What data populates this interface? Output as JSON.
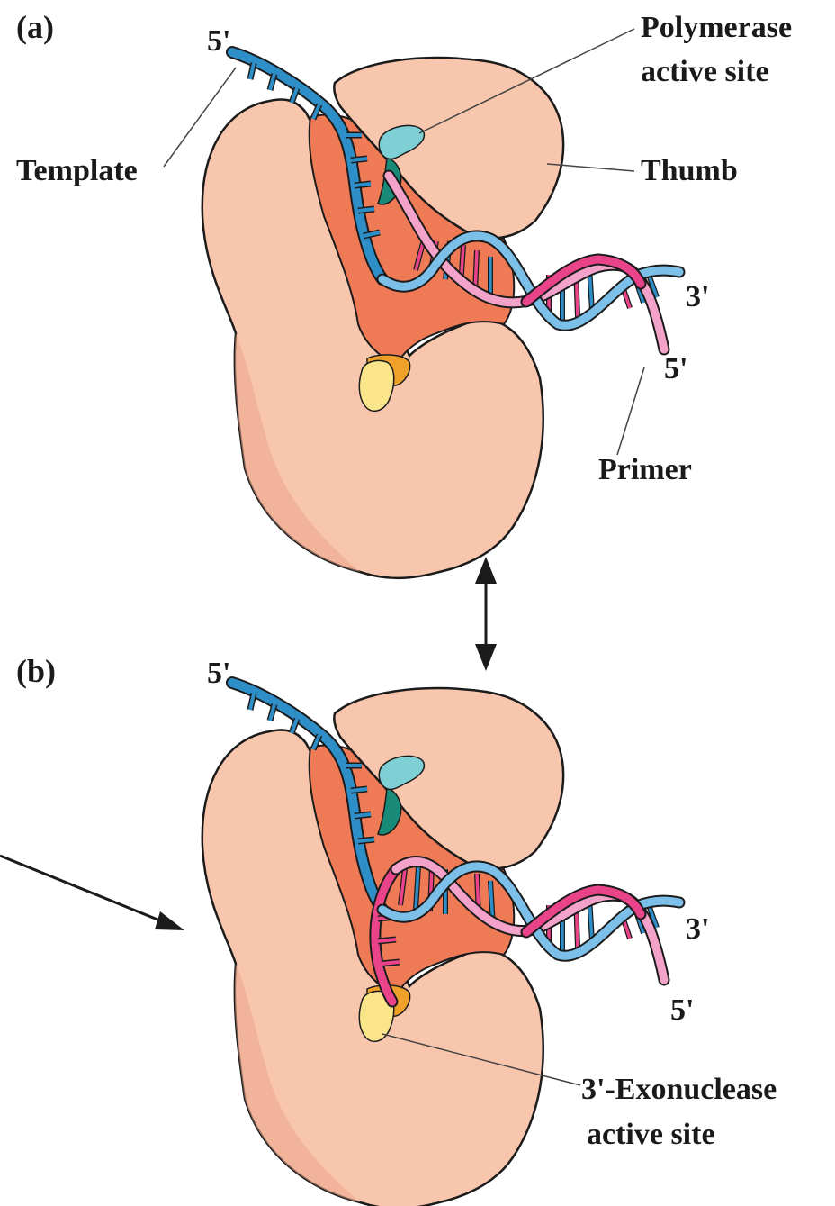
{
  "panels": [
    {
      "id": "a",
      "panel_label": "(a)",
      "template_end": "5'",
      "duplex_template_end": "3'",
      "duplex_primer_end": "5'",
      "labels": {
        "polymerase_site_line1": "Polymerase",
        "polymerase_site_line2": "active site",
        "thumb": "Thumb",
        "template": "Template",
        "primer": "Primer"
      }
    },
    {
      "id": "b",
      "panel_label": "(b)",
      "template_end": "5'",
      "duplex_template_end": "3'",
      "duplex_primer_end": "5'",
      "labels": {
        "exonuclease_site_line1": "3'-Exonuclease",
        "exonuclease_site_line2": "active site"
      }
    }
  ],
  "colors": {
    "protein_body": "#f8c6ad",
    "protein_body_shadow": "#eba68a",
    "protein_cleft": "#ee7a56",
    "polymerase_site": "#7fd0d4",
    "polymerase_site_dark": "#1a8a78",
    "exonuclease_site": "#fbe58a",
    "exonuclease_site_dark": "#f0a12a",
    "template_strand": "#2e8ec8",
    "template_strand_light": "#7cc0ea",
    "primer_strand": "#e9438a",
    "primer_strand_light": "#f3a3c9",
    "outline": "#1b1b1b"
  },
  "icons": [
    "double-headed-arrow-icon",
    "pointer-arrow-icon"
  ]
}
